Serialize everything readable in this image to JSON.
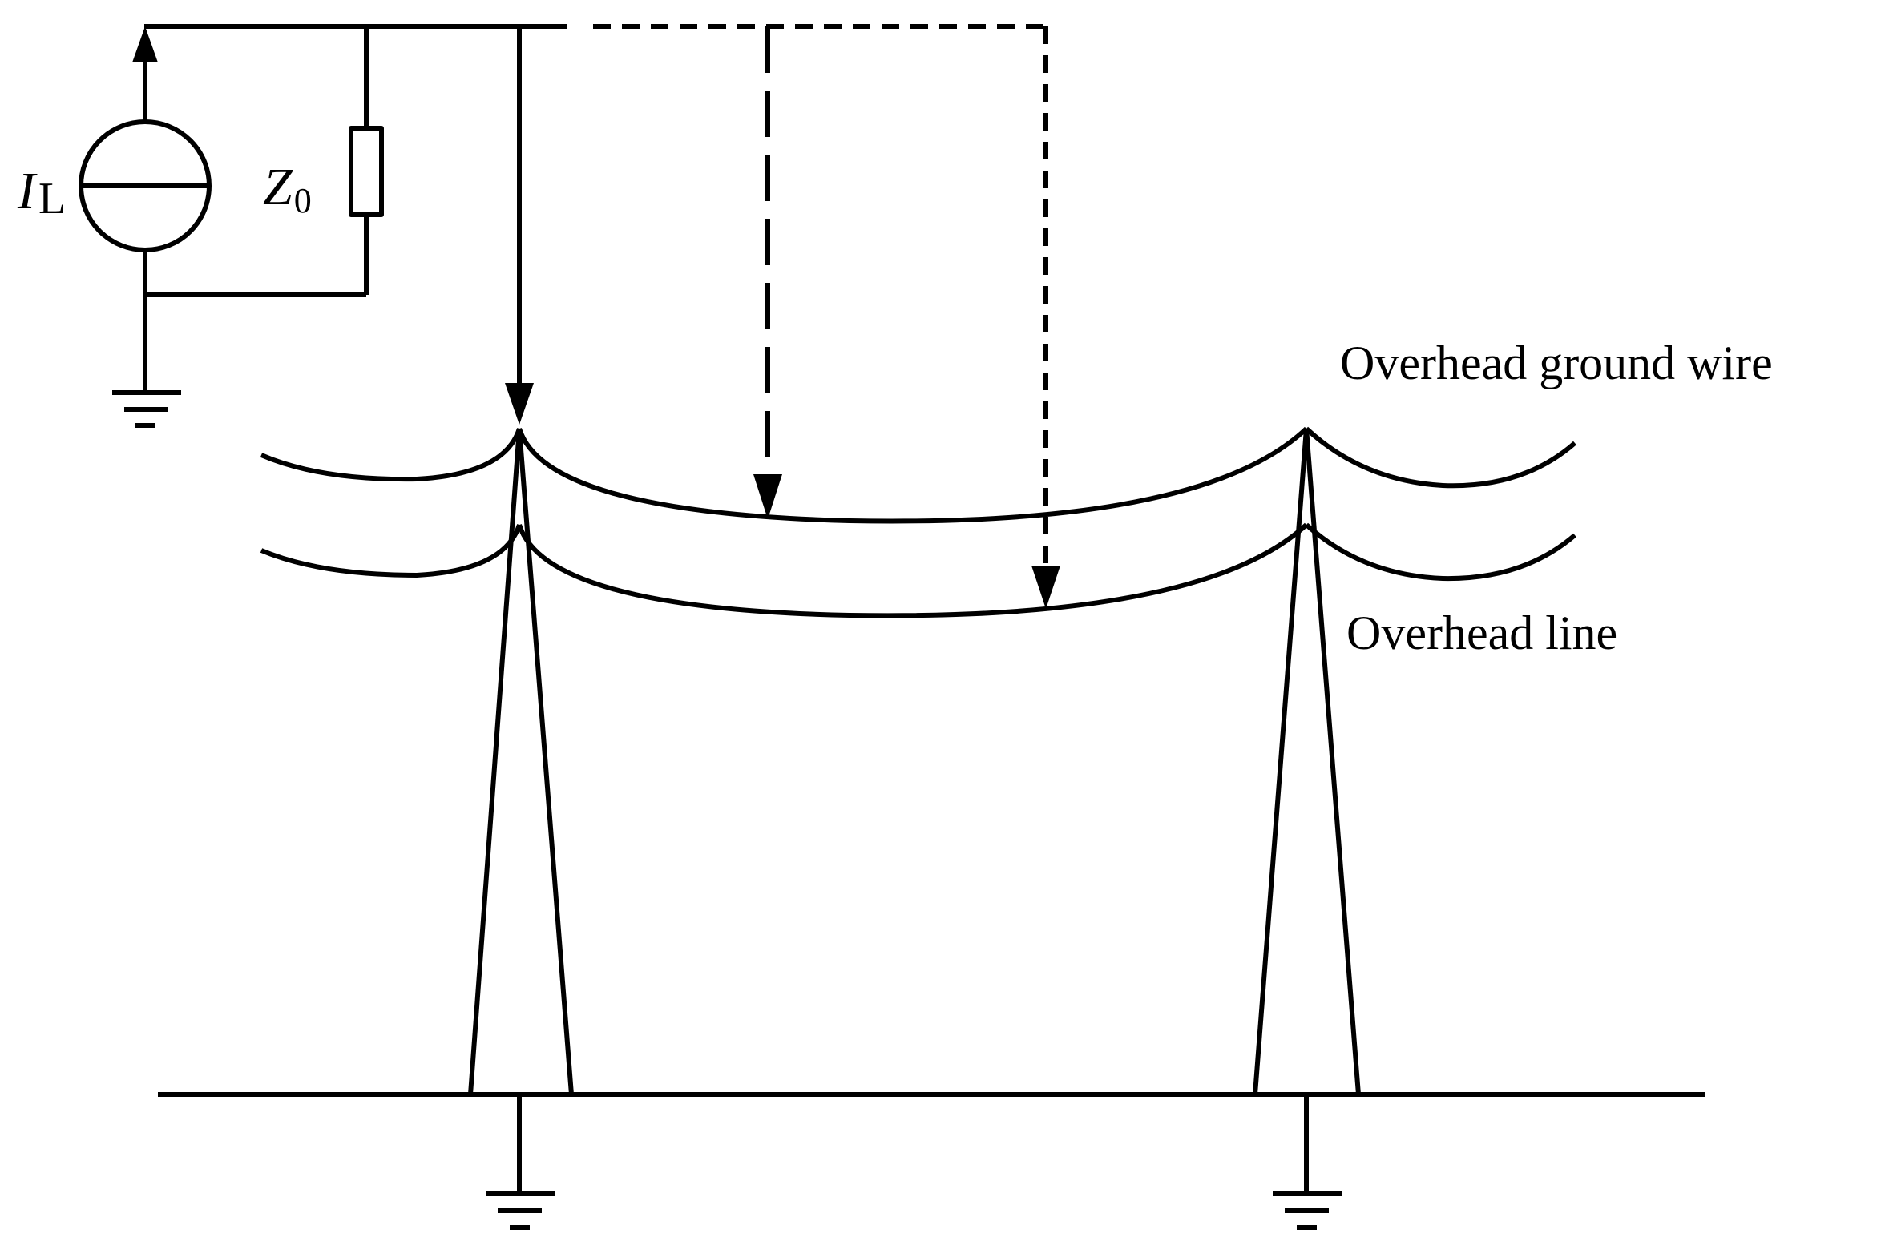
{
  "source_label": {
    "symbol": "I",
    "subscript": "L"
  },
  "impedance_label": {
    "symbol": "Z",
    "subscript": "0"
  },
  "ground_wire_label": "Overhead ground wire",
  "line_label": "Overhead line",
  "colors": {
    "stroke": "#000000",
    "background": "#ffffff"
  }
}
